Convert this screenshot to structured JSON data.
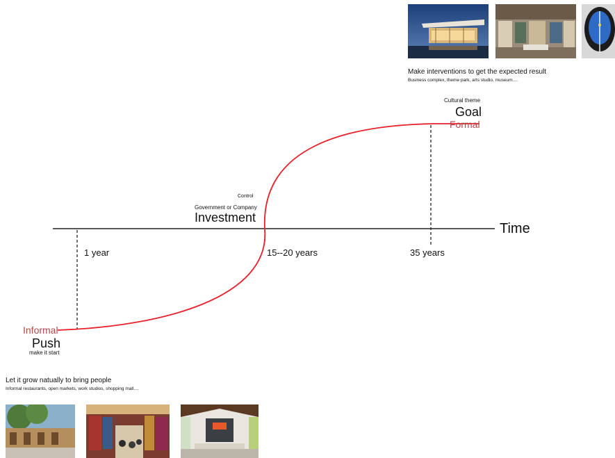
{
  "axis": {
    "label": "Time",
    "ticks": [
      "1 year",
      "15--20 years",
      "35 years"
    ]
  },
  "goal": {
    "small": "Cultural theme",
    "title": "Goal",
    "state": "Formal"
  },
  "investment": {
    "small1": "Control",
    "small2": "Government or Company",
    "title": "Investment"
  },
  "push": {
    "state": "Informal",
    "title": "Push",
    "small": "make it start"
  },
  "top_caption": {
    "title": "Make interventions to get the expected result",
    "subtitle": "Business complex, theme park, arts studio, museum...."
  },
  "bottom_caption": {
    "title": "Let it grow natually to bring people",
    "subtitle": "Informal restaurants, open markets, work studios, shopping mall...."
  },
  "colors": {
    "curve": "#e8202a",
    "state_text": "#b5474c",
    "axis": "#222222"
  },
  "photos": {
    "top": [
      "modern-cultural-building-photo",
      "arts-studio-interior-photo",
      "museum-dome-photo"
    ],
    "bottom": [
      "informal-street-restaurants-photo",
      "open-market-photo",
      "work-studio-interior-photo"
    ]
  }
}
